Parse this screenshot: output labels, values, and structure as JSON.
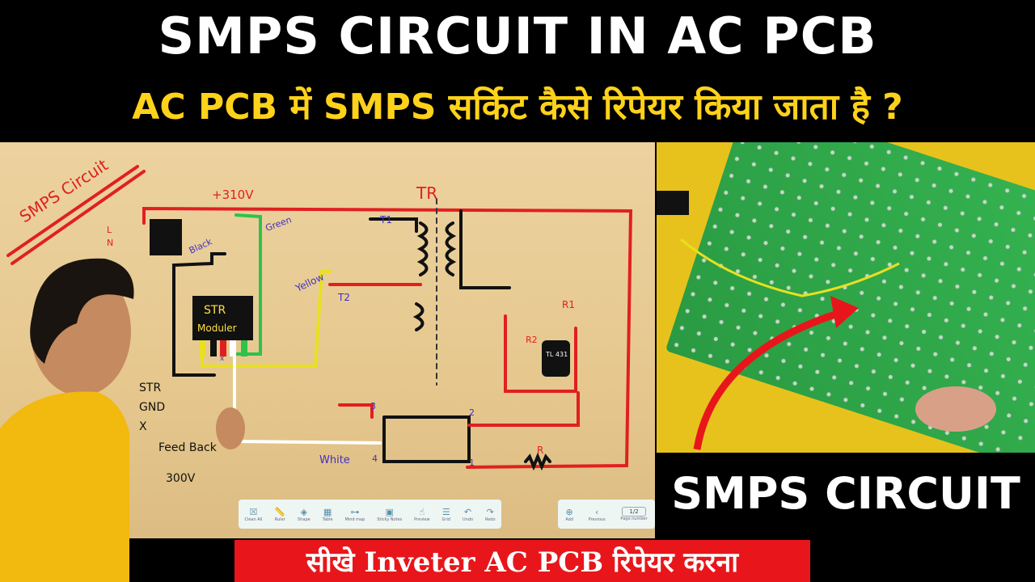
{
  "title_line1": "SMPS CIRCUIT IN AC PCB",
  "title_line2": "AC PCB में SMPS सर्किट कैसे रिपेयर किया जाता है ?",
  "whiteboard": {
    "heading": "SMPS Circuit",
    "labels": {
      "voltage": "+310V",
      "tr": "TR",
      "l": "L",
      "n": "N",
      "black": "Black",
      "green": "Green",
      "yellow": "Yellow",
      "white": "White",
      "str_module": "STR",
      "str_module2": "Moduler",
      "t1": "T1",
      "t2": "T2",
      "r1": "R1",
      "r2": "R2",
      "r": "R",
      "tl431": "TL 431",
      "pin1": "1",
      "pin2": "2",
      "pin3": "3",
      "pin4": "4",
      "x": "x"
    },
    "legend": [
      "STR",
      "GND",
      "X",
      "Feed Back",
      "300V"
    ],
    "toolbar": [
      "Clean All",
      "Ruler",
      "Shape",
      "Table",
      "Mind map",
      "Sticky Notes",
      "Preview",
      "Grid",
      "Undo",
      "Redo"
    ],
    "pager": {
      "add": "Add",
      "previous": "Previous",
      "page": "1/2",
      "page_label": "Page number"
    }
  },
  "photo_caption": "SMPS CIRCUIT",
  "bottom_banner": "सीखे Inveter AC PCB रिपेयर करना",
  "colors": {
    "title": "#ffffff",
    "subtitle": "#ffd21a",
    "banner": "#e8161b",
    "board": "#e8c890"
  }
}
